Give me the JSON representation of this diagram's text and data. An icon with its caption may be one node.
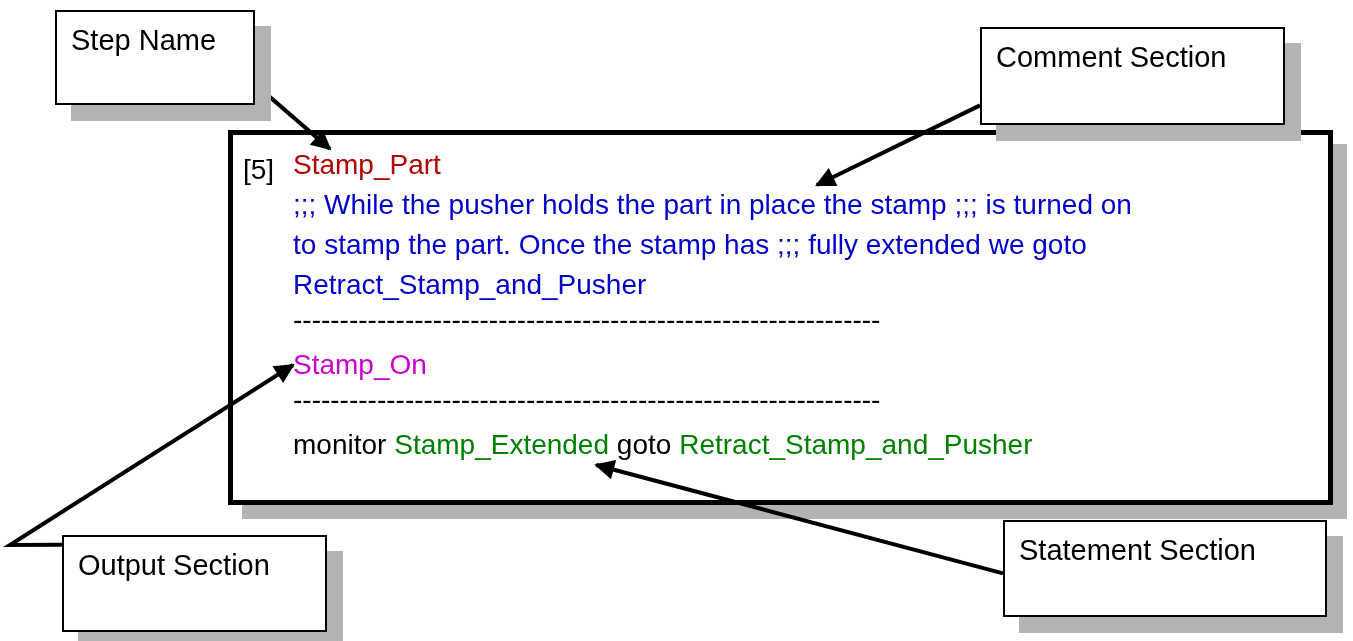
{
  "diagram": {
    "nodes": [
      {
        "text": [
          "Step Name"
        ]
      },
      {
        "text": [
          "Comment Section"
        ]
      },
      {
        "text": [],
        "shape": "box"
      },
      {
        "text": [
          "Stamp_Part"
        ],
        "in": 2
      },
      {
        "text": [
          ";;; While the pusher holds the part in place the stamp ;;; is turned on to stamp the part. Once the stamp has ;;; fully extended we goto Retract_Stamp_and_Pusher"
        ],
        "in": 2
      },
      {
        "text": [
          "Stamp_On"
        ],
        "in": 2
      },
      {
        "text": [
          "monitor",
          "Stamp_Extended",
          "goto",
          "Retract_Stamp_and_Pusher"
        ],
        "in": 2
      },
      {
        "text": [
          "Output Section"
        ]
      },
      {
        "text": [
          "Statement Section"
        ]
      }
    ],
    "edges": [
      {
        "from": 0,
        "to": 3,
        "arrow": "to"
      },
      {
        "from": 1,
        "to": 4,
        "arrow": "to"
      },
      {
        "from": 7,
        "to": 5,
        "arrow": "to"
      },
      {
        "from": 8,
        "to": 6,
        "arrow": "to"
      }
    ],
    "labels": [
      "[5]",
      "---------------------------------------------------------------",
      "---------------------------------------------------------------"
    ]
  }
}
